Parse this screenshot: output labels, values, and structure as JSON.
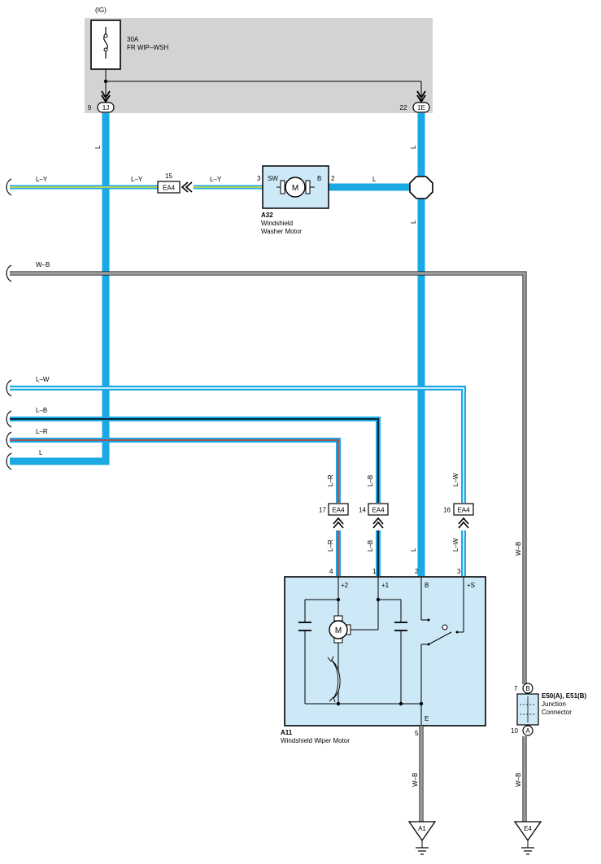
{
  "fuse_box": {
    "ig_label": "(IG)",
    "fuse_rating": "30A",
    "fuse_name": "FR WIP–WSH",
    "left_pin_num": "9",
    "left_conn": "1J",
    "right_pin_num": "22",
    "right_conn": "1E"
  },
  "wires": {
    "L": "L",
    "LY": "L–Y",
    "WB": "W–B",
    "LW": "L–W",
    "LB": "L–B",
    "LR": "L–R"
  },
  "connectors": {
    "ea4": "EA4",
    "ea4_pin_washer": "15",
    "ea4_pin_lr": "17",
    "ea4_pin_lb": "14",
    "ea4_pin_lw": "16"
  },
  "washer_motor": {
    "code": "A32",
    "name_line1": "Windshield",
    "name_line2": "Washer Motor",
    "pin_sw_num": "3",
    "pin_sw": "SW",
    "pin_b": "B",
    "pin_b_num": "2",
    "motor_symbol": "M"
  },
  "wiper_motor": {
    "code": "A11",
    "name": "Windshield Wiper Motor",
    "pin4": "4",
    "pin1": "1",
    "pin2": "2",
    "pin3": "3",
    "pin5": "5",
    "term_p2": "+2",
    "term_p1": "+1",
    "term_b": "B",
    "term_s": "+S",
    "term_e": "E",
    "motor_symbol": "M"
  },
  "junction": {
    "code": "E50(A), E51(B)",
    "name_line1": "Junction",
    "name_line2": "Connector",
    "pin_b_num": "7",
    "pin_b": "B",
    "pin_a_num": "10",
    "pin_a": "A"
  },
  "grounds": {
    "g1": "A1",
    "g2": "E4"
  },
  "colors": {
    "wire_blue": "#1ba9e6",
    "fuse_box_gray": "#d3d3d3",
    "component_fill": "#cde9f8",
    "yellow_stripe": "#e8e030",
    "red_stripe": "#d2352a"
  }
}
